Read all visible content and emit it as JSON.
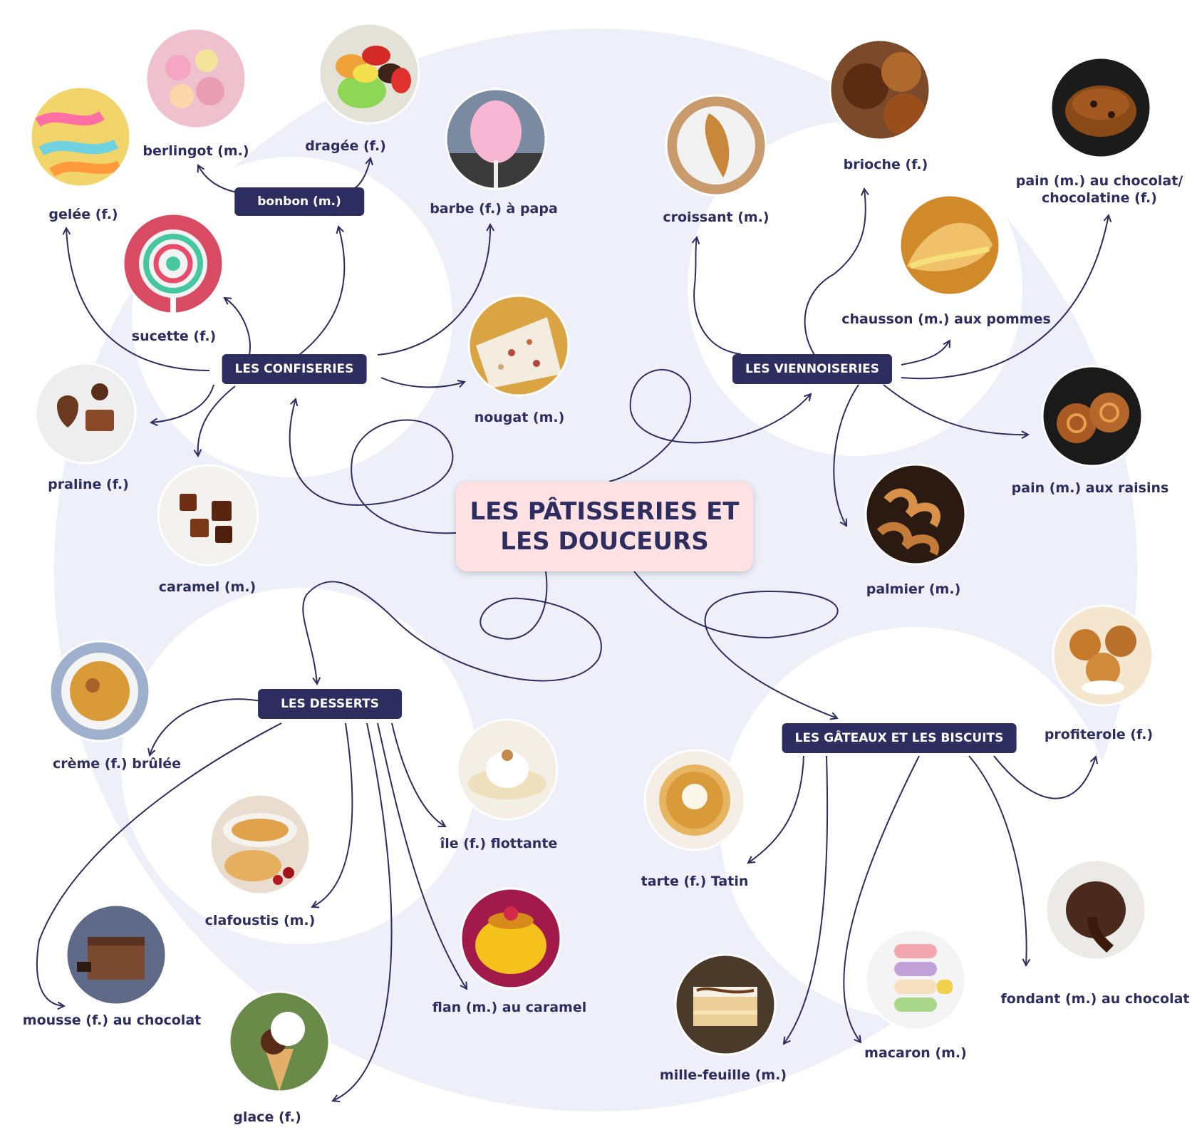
{
  "title": "LES PÂTISSERIES ET LES DOUCEURS",
  "colors": {
    "ink": "#2e2d5f",
    "center_bg": "#fde1e3",
    "blob": "#eeeff9"
  },
  "categories": {
    "confiseries": "LES CONFISERIES",
    "bonbon": "bonbon (m.)",
    "viennoiseries": "LES VIENNOISERIES",
    "desserts": "LES DESSERTS",
    "gateaux": "LES GÂTEAUX ET LES BISCUITS"
  },
  "items": [
    {
      "id": "berlingot",
      "label": "berlingot (m.)",
      "icon": "berlingot-photo-icon"
    },
    {
      "id": "dragee",
      "label": "dragée (f.)",
      "icon": "dragee-photo-icon"
    },
    {
      "id": "gelee",
      "label": "gelée (f.)",
      "icon": "gelee-photo-icon"
    },
    {
      "id": "barbe",
      "label": "barbe (f.) à papa",
      "icon": "cotton-candy-photo-icon"
    },
    {
      "id": "sucette",
      "label": "sucette (f.)",
      "icon": "lollipop-photo-icon"
    },
    {
      "id": "nougat",
      "label": "nougat (m.)",
      "icon": "nougat-photo-icon"
    },
    {
      "id": "praline",
      "label": "praline (f.)",
      "icon": "praline-photo-icon"
    },
    {
      "id": "caramel",
      "label": "caramel (m.)",
      "icon": "caramel-photo-icon"
    },
    {
      "id": "croissant",
      "label": "croissant (m.)",
      "icon": "croissant-photo-icon"
    },
    {
      "id": "brioche",
      "label": "brioche (f.)",
      "icon": "brioche-photo-icon"
    },
    {
      "id": "pain_choc",
      "label": "pain (m.) au chocolat/\nchocolatine (f.)",
      "icon": "pain-au-chocolat-photo-icon"
    },
    {
      "id": "chausson",
      "label": "chausson (m.) aux pommes",
      "icon": "chausson-photo-icon"
    },
    {
      "id": "pain_raisins",
      "label": "pain (m.) aux raisins",
      "icon": "pain-aux-raisins-photo-icon"
    },
    {
      "id": "palmier",
      "label": "palmier (m.)",
      "icon": "palmier-photo-icon"
    },
    {
      "id": "creme",
      "label": "crème (f.) brûlée",
      "icon": "creme-brulee-photo-icon"
    },
    {
      "id": "ile",
      "label": "île (f.) flottante",
      "icon": "ile-flottante-photo-icon"
    },
    {
      "id": "clafoutis",
      "label": "clafoustis (m.)",
      "icon": "clafoutis-photo-icon"
    },
    {
      "id": "mousse",
      "label": "mousse (f.) au chocolat",
      "icon": "mousse-photo-icon"
    },
    {
      "id": "flan",
      "label": "flan (m.) au caramel",
      "icon": "flan-photo-icon"
    },
    {
      "id": "glace",
      "label": "glace (f.)",
      "icon": "ice-cream-photo-icon"
    },
    {
      "id": "profiterole",
      "label": "profiterole (f.)",
      "icon": "profiterole-photo-icon"
    },
    {
      "id": "tarte",
      "label": "tarte (f.) Tatin",
      "icon": "tarte-tatin-photo-icon"
    },
    {
      "id": "fondant",
      "label": "fondant (m.) au chocolat",
      "icon": "fondant-photo-icon"
    },
    {
      "id": "mille",
      "label": "mille-feuille (m.)",
      "icon": "mille-feuille-photo-icon"
    },
    {
      "id": "macaron",
      "label": "macaron (m.)",
      "icon": "macaron-photo-icon"
    }
  ]
}
